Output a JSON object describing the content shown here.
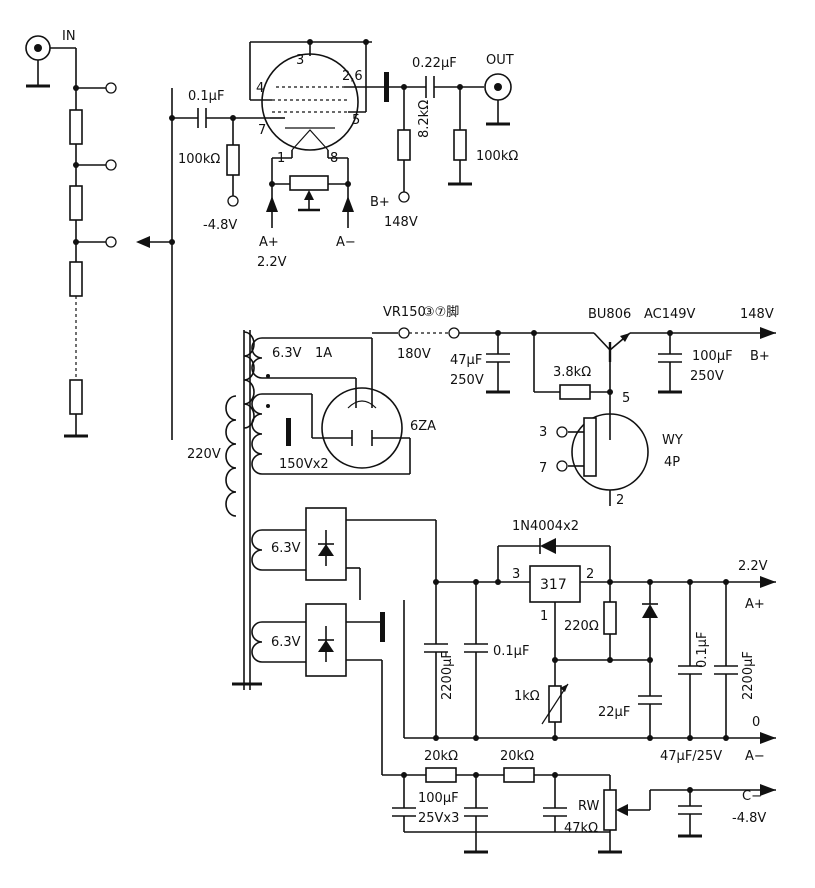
{
  "labels": {
    "in": "IN",
    "out": "OUT",
    "c_in": "0.1μF",
    "c_out": "0.22μF",
    "r_grid": "100kΩ",
    "r_plate": "8.2kΩ",
    "r_out": "100kΩ",
    "bias": "-4.8V",
    "b_plus": "B+",
    "v148": "148V",
    "a_plus": "A+",
    "a_plus_v": "2.2V",
    "a_minus": "A−",
    "pin3": "3",
    "pin4": "4",
    "pin26": "2,6",
    "pin7": "7",
    "pin5": "5",
    "pin1": "1",
    "pin8": "8",
    "vr150": "VR150",
    "vr_pins": "③⑦脚",
    "v180": "180V",
    "bu806": "BU806",
    "ac149": "AC149V",
    "out148": "148V",
    "bplus2": "B+",
    "c47": "47μF",
    "c47v": "250V",
    "c100": "100μF",
    "c100v": "250V",
    "r38": "3.8kΩ",
    "wy_p5": "5",
    "wy_p3": "3",
    "wy_p7": "7",
    "wy_p2": "2",
    "wy": "WY",
    "wy4p": "4P",
    "t_63_1a": "6.3V",
    "t_1a": "1A",
    "t_220": "220V",
    "t_150": "150Vx2",
    "rect": "6ZA",
    "t_63_b": "6.3V",
    "t_63_c": "6.3V",
    "diode": "1N4004x2",
    "reg": "317",
    "reg_p3": "3",
    "reg_p2": "2",
    "reg_p1": "1",
    "out22": "2.2V",
    "aplus2": "A+",
    "r220": "220Ω",
    "c2200a": "2200μF",
    "c01a": "0.1μF",
    "r1k": "1kΩ",
    "c22": "22μF",
    "c01b": "0.1μF",
    "c2200b": "2200μF",
    "zero": "0",
    "r20a": "20kΩ",
    "r20b": "20kΩ",
    "c47_25": "47μF/25V",
    "aminus2": "A−",
    "c100_25": "100μF",
    "c100_25v": "25Vx3",
    "rw": "RW",
    "r47k": "47kΩ",
    "cminus": "C−",
    "m48": "-4.8V"
  }
}
